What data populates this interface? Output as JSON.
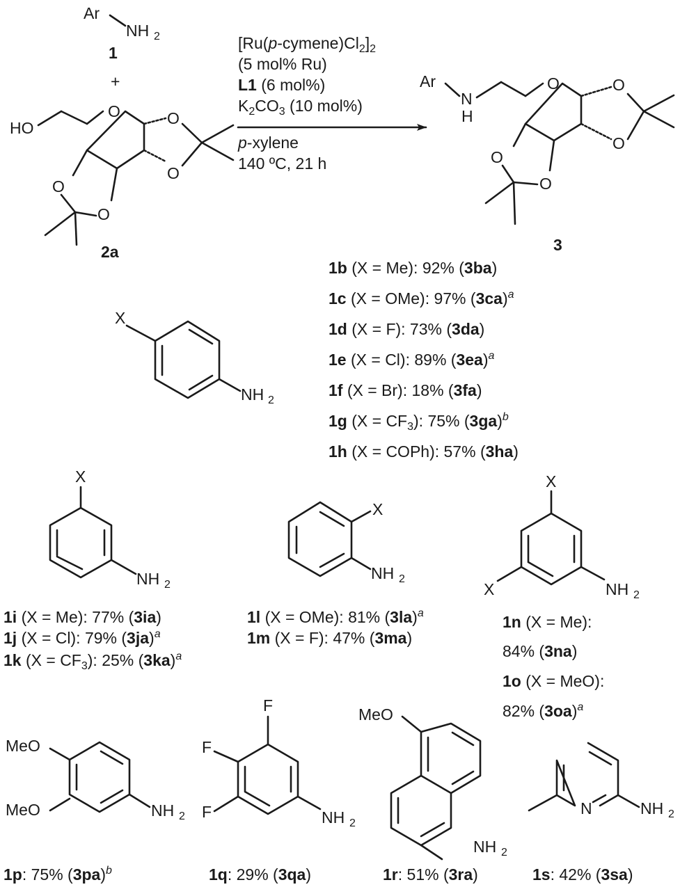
{
  "reaction": {
    "amine": {
      "label": "1",
      "groups": [
        "Ar",
        "NH",
        "2"
      ]
    },
    "plus": "+",
    "sugar": {
      "label": "2a",
      "atoms": {
        "hydroxyl": "HO",
        "ring_o": "O",
        "o1": "O",
        "o2": "O",
        "o3": "O",
        "o4": "O"
      }
    },
    "conditions": [
      {
        "parts": [
          {
            "t": "[Ru("
          },
          {
            "t": "p",
            "i": true
          },
          {
            "t": "-cymene)Cl"
          },
          {
            "t": "2",
            "sub": true
          },
          {
            "t": "]"
          },
          {
            "t": "2",
            "sub": true
          }
        ]
      },
      {
        "parts": [
          {
            "t": "(5 mol% Ru)"
          }
        ]
      },
      {
        "parts": [
          {
            "t": "L1",
            "b": true
          },
          {
            "t": " (6 mol%)"
          }
        ]
      },
      {
        "parts": [
          {
            "t": "K"
          },
          {
            "t": "2",
            "sub": true
          },
          {
            "t": "CO"
          },
          {
            "t": "3",
            "sub": true
          },
          {
            "t": " (10 mol%)"
          }
        ]
      },
      {
        "parts": [
          {
            "t": "p",
            "i": true
          },
          {
            "t": "-xylene"
          }
        ]
      },
      {
        "parts": [
          {
            "t": "140 ºC, 21 h"
          }
        ]
      }
    ],
    "product": {
      "label": "3",
      "atoms": {
        "ar": "Ar",
        "n": "N",
        "h": "H",
        "ring_o": "O",
        "o1": "O",
        "o2": "O",
        "o3": "O",
        "o4": "O"
      }
    }
  },
  "para_anilines": {
    "atoms": {
      "x": "X",
      "amine": "NH",
      "amine_sub": "2"
    },
    "entries": [
      {
        "parts": [
          {
            "t": "1b",
            "b": true
          },
          {
            "t": " (X = Me): 92% ("
          },
          {
            "t": "3ba",
            "b": true
          },
          {
            "t": ")"
          }
        ]
      },
      {
        "parts": [
          {
            "t": "1c",
            "b": true
          },
          {
            "t": " (X = OMe): 97% ("
          },
          {
            "t": "3ca",
            "b": true
          },
          {
            "t": ")"
          },
          {
            "t": "a",
            "i": true,
            "sup": true
          }
        ]
      },
      {
        "parts": [
          {
            "t": "1d",
            "b": true
          },
          {
            "t": " (X = F): 73% ("
          },
          {
            "t": "3da",
            "b": true
          },
          {
            "t": ")"
          }
        ]
      },
      {
        "parts": [
          {
            "t": "1e",
            "b": true
          },
          {
            "t": " (X = Cl): 89% ("
          },
          {
            "t": "3ea",
            "b": true
          },
          {
            "t": ")"
          },
          {
            "t": "a",
            "i": true,
            "sup": true
          }
        ]
      },
      {
        "parts": [
          {
            "t": "1f",
            "b": true
          },
          {
            "t": " (X = Br): 18% ("
          },
          {
            "t": "3fa",
            "b": true
          },
          {
            "t": ")"
          }
        ]
      },
      {
        "parts": [
          {
            "t": "1g",
            "b": true
          },
          {
            "t": " (X = CF"
          },
          {
            "t": "3",
            "sub": true
          },
          {
            "t": "): 75% ("
          },
          {
            "t": "3ga",
            "b": true
          },
          {
            "t": ")"
          },
          {
            "t": "b",
            "i": true,
            "sup": true
          }
        ]
      },
      {
        "parts": [
          {
            "t": "1h",
            "b": true
          },
          {
            "t": " (X = COPh): 57% ("
          },
          {
            "t": "3ha",
            "b": true
          },
          {
            "t": ")"
          }
        ]
      }
    ]
  },
  "meta_anilines": {
    "atoms": {
      "x": "X",
      "amine": "NH",
      "amine_sub": "2"
    },
    "entries": [
      {
        "parts": [
          {
            "t": "1i",
            "b": true
          },
          {
            "t": " (X = Me): 77% ("
          },
          {
            "t": "3ia",
            "b": true
          },
          {
            "t": ")"
          }
        ]
      },
      {
        "parts": [
          {
            "t": "1j",
            "b": true
          },
          {
            "t": " (X = Cl): 79% ("
          },
          {
            "t": "3ja",
            "b": true
          },
          {
            "t": ")"
          },
          {
            "t": "a",
            "i": true,
            "sup": true
          }
        ]
      },
      {
        "parts": [
          {
            "t": "1k",
            "b": true
          },
          {
            "t": " (X = CF"
          },
          {
            "t": "3",
            "sub": true
          },
          {
            "t": "): 25% ("
          },
          {
            "t": "3ka",
            "b": true
          },
          {
            "t": ")"
          },
          {
            "t": "a",
            "i": true,
            "sup": true
          }
        ]
      }
    ]
  },
  "ortho_anilines": {
    "atoms": {
      "x": "X",
      "amine": "NH",
      "amine_sub": "2"
    },
    "entries": [
      {
        "parts": [
          {
            "t": "1l",
            "b": true
          },
          {
            "t": " (X = OMe): 81% ("
          },
          {
            "t": "3la",
            "b": true
          },
          {
            "t": ")"
          },
          {
            "t": "a",
            "i": true,
            "sup": true
          }
        ]
      },
      {
        "parts": [
          {
            "t": "1m",
            "b": true
          },
          {
            "t": " (X = F): 47% ("
          },
          {
            "t": "3ma",
            "b": true
          },
          {
            "t": ")"
          }
        ]
      }
    ]
  },
  "dimeta_anilines": {
    "atoms": {
      "x_top": "X",
      "x_left": "X",
      "amine": "NH",
      "amine_sub": "2"
    },
    "entries": [
      {
        "parts": [
          {
            "t": "1n",
            "b": true
          },
          {
            "t": " (X = Me):"
          }
        ]
      },
      {
        "parts": [
          {
            "t": "84% ("
          },
          {
            "t": "3na",
            "b": true
          },
          {
            "t": ")"
          }
        ]
      },
      {
        "parts": [
          {
            "t": "1o",
            "b": true
          },
          {
            "t": " (X = MeO):"
          }
        ]
      },
      {
        "parts": [
          {
            "t": "82% ("
          },
          {
            "t": "3oa",
            "b": true
          },
          {
            "t": ")"
          },
          {
            "t": "a",
            "i": true,
            "sup": true
          }
        ]
      }
    ]
  },
  "misc_amines": [
    {
      "key": "1p",
      "atoms": {
        "meo_top": "MeO",
        "meo_bottom": "MeO",
        "amine": "NH",
        "amine_sub": "2"
      },
      "parts": [
        {
          "t": "1p",
          "b": true
        },
        {
          "t": ": 75% ("
        },
        {
          "t": "3pa",
          "b": true
        },
        {
          "t": ")"
        },
        {
          "t": "b",
          "i": true,
          "sup": true
        }
      ]
    },
    {
      "key": "1q",
      "atoms": {
        "f_top": "F",
        "f_mid": "F",
        "f_bottom": "F",
        "amine": "NH",
        "amine_sub": "2"
      },
      "parts": [
        {
          "t": "1q",
          "b": true
        },
        {
          "t": ": 29% ("
        },
        {
          "t": "3qa",
          "b": true
        },
        {
          "t": ")"
        }
      ]
    },
    {
      "key": "1r",
      "atoms": {
        "meo": "MeO",
        "amine": "NH",
        "amine_sub": "2"
      },
      "parts": [
        {
          "t": "1r",
          "b": true
        },
        {
          "t": ": 51% ("
        },
        {
          "t": "3ra",
          "b": true
        },
        {
          "t": ")"
        }
      ]
    },
    {
      "key": "1s",
      "atoms": {
        "n": "N",
        "amine": "NH",
        "amine_sub": "2"
      },
      "parts": [
        {
          "t": "1s",
          "b": true
        },
        {
          "t": ": 42% ("
        },
        {
          "t": "3sa",
          "b": true
        },
        {
          "t": ")"
        }
      ]
    }
  ]
}
